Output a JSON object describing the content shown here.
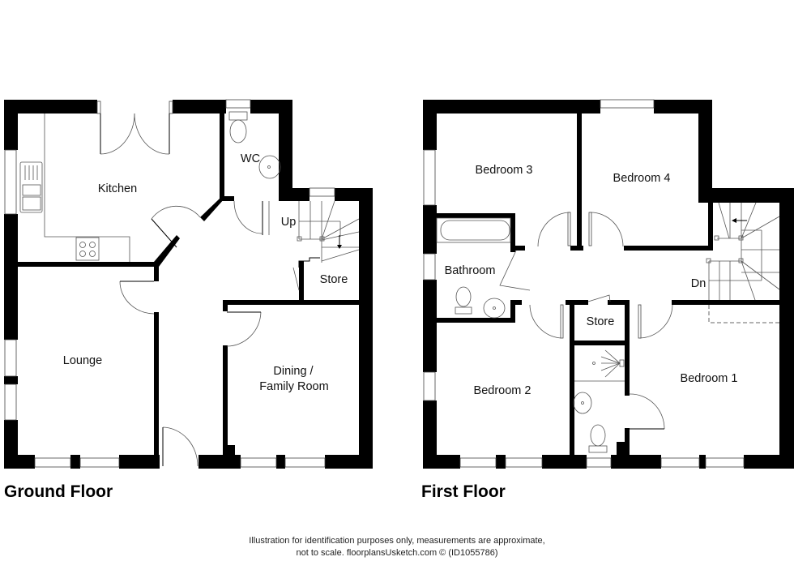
{
  "ground_floor": {
    "title": "Ground Floor",
    "rooms": {
      "kitchen": "Kitchen",
      "wc": "WC",
      "lounge": "Lounge",
      "dining_line1": "Dining /",
      "dining_line2": "Family Room",
      "store": "Store",
      "stairs_label": "Up"
    }
  },
  "first_floor": {
    "title": "First Floor",
    "rooms": {
      "bedroom1": "Bedroom 1",
      "bedroom2": "Bedroom 2",
      "bedroom3": "Bedroom 3",
      "bedroom4": "Bedroom 4",
      "bathroom": "Bathroom",
      "store": "Store",
      "stairs_label": "Dn"
    }
  },
  "footer": {
    "line1": "Illustration for identification purposes only, measurements are approximate,",
    "line2": "not to scale. floorplansUsketch.com © (ID1055786)"
  }
}
